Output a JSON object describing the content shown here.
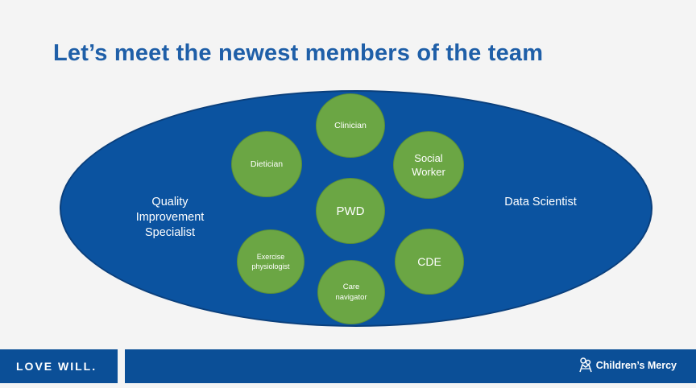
{
  "slide": {
    "title": "Let’s meet the newest members of the team"
  },
  "diagram": {
    "left_label": "Quality\nImprovement\nSpecialist",
    "right_label": "Data Scientist",
    "center": "PWD",
    "members": {
      "clinician": "Clinician",
      "dietician": "Dietician",
      "social_worker": "Social\nWorker",
      "cde": "CDE",
      "care_navigator": "Care\nnavigator",
      "exercise_physiologist": "Exercise\nphysiologist"
    }
  },
  "footer": {
    "tagline": "LOVE WILL.",
    "brand": "Children’s Mercy",
    "logo_icon": "childrens-mercy-logo-icon"
  },
  "colors": {
    "title": "#1f5fa8",
    "ellipse": "#0b53a0",
    "circle": "#6ba644",
    "footer": "#0b4f97"
  }
}
